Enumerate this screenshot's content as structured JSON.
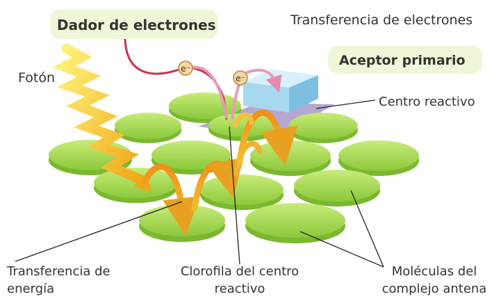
{
  "labels": {
    "dador": "Dador de electrones",
    "transferencia_electrones": "Transferencia de electrones",
    "aceptor": "Aceptor primario",
    "centro_reactivo": "Centro reactivo",
    "foton": "Fotón",
    "transferencia_energia_1": "Transferencia de",
    "transferencia_energia_2": "energía",
    "clorofila_1": "Clorofila del centro",
    "clorofila_2": "reactivo",
    "moleculas_1": "Moléculas del",
    "moleculas_2": "complejo antena",
    "electron_1": "e⁻",
    "electron_2": "e⁻"
  },
  "colors": {
    "chlorophyll_disc": "#9bd44a",
    "label_highlight": "#eef7d8",
    "acceptor_box": "#a8d8f0",
    "photon": "#f5c21a",
    "energy_arrow": "#f0a020",
    "electron_path_red": "#c8324a",
    "electron_path_pink": "#e89ab8"
  }
}
